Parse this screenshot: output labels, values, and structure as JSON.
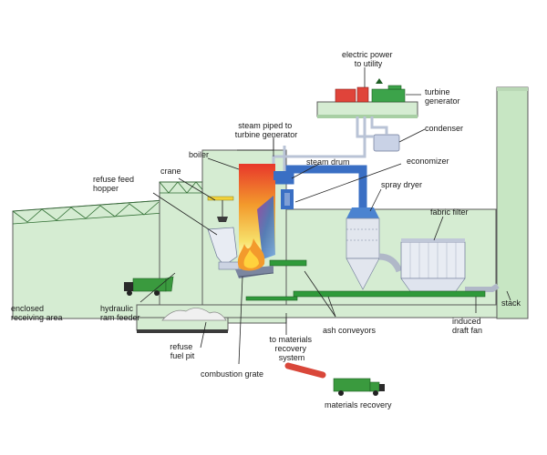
{
  "labels": {
    "electric_power": [
      "electric power",
      "to utility"
    ],
    "turbine_generator": [
      "turbine",
      "generator"
    ],
    "condenser": "condenser",
    "steam_piped": [
      "steam piped to",
      "turbine generator"
    ],
    "steam_drum": "steam drum",
    "economizer": "economizer",
    "boiler": "boiler",
    "crane": "crane",
    "refuse_feed_hopper": [
      "refuse feed",
      "hopper"
    ],
    "spray_dryer": "spray dryer",
    "fabric_filter": "fabric filter",
    "enclosed_receiving_area": [
      "enclosed",
      "receiving area"
    ],
    "hydraulic_ram_feeder": [
      "hydraulic",
      "ram feeder"
    ],
    "refuse_fuel_pit": [
      "refuse",
      "fuel pit"
    ],
    "to_materials_recovery": [
      "to materials",
      "recovery",
      "system"
    ],
    "ash_conveyors": "ash conveyors",
    "induced_draft_fan": [
      "induced",
      "draft fan"
    ],
    "stack": "stack",
    "combustion_grate": "combustion grate",
    "materials_recovery": "materials recovery"
  },
  "colors": {
    "building": "#d5ecd2",
    "building_dark": "#c7e6c3",
    "steel_green": "#2f9a3a",
    "boiler_top": "#e8372b",
    "boiler_mid": "#f39a2c",
    "boiler_low": "#f7e06a",
    "duct_blue": "#3a6fc4",
    "generator_red": "#e0443a",
    "generator_green": "#3ca34a",
    "pipe_gray": "#b9c3d6",
    "conveyor_red": "#d9473a",
    "truck_green": "#3a9a3e"
  },
  "icons": [
    "truck-icon",
    "flame-icon",
    "crane-icon"
  ]
}
